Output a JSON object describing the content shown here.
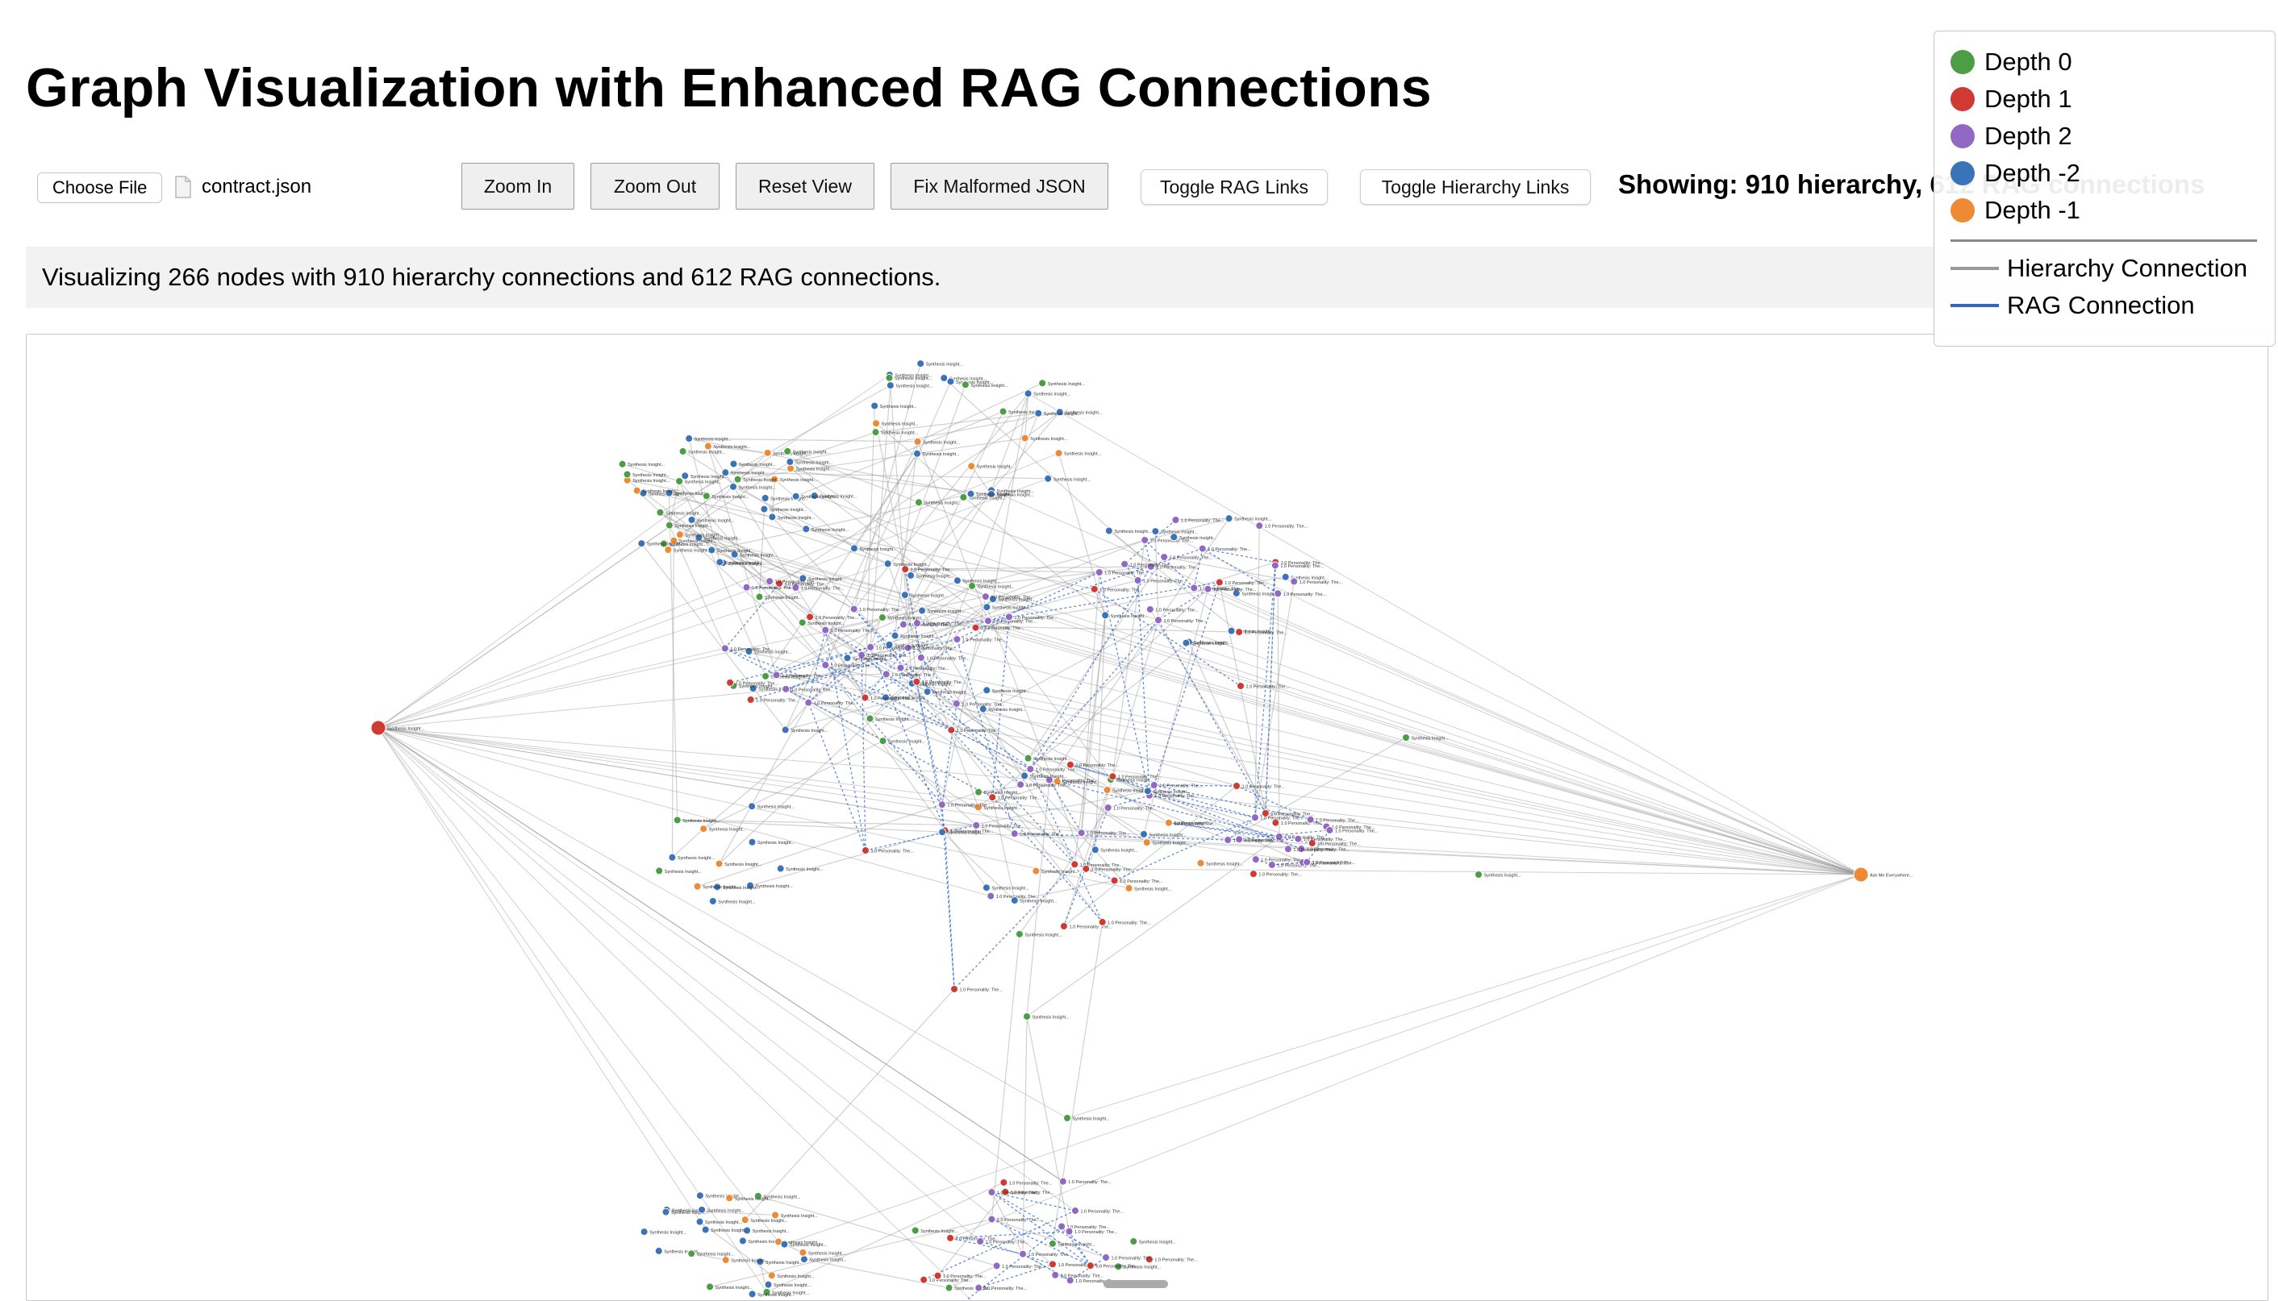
{
  "title": "Graph Visualization with Enhanced RAG Connections",
  "file_input": {
    "button_label": "Choose File",
    "file_name": "contract.json"
  },
  "toolbar": {
    "zoom_in": "Zoom In",
    "zoom_out": "Zoom Out",
    "reset_view": "Reset View",
    "fix_json": "Fix Malformed JSON",
    "toggle_rag": "Toggle RAG Links",
    "toggle_hierarchy": "Toggle Hierarchy Links"
  },
  "status": "Showing: 910 hierarchy, 612 RAG connections",
  "info": "Visualizing 266 nodes with 910 hierarchy connections and 612 RAG connections.",
  "legend": {
    "depths": [
      {
        "label": "Depth 0",
        "color": "#4c9e45"
      },
      {
        "label": "Depth 1",
        "color": "#cf3a33"
      },
      {
        "label": "Depth 2",
        "color": "#9169c2"
      },
      {
        "label": "Depth -2",
        "color": "#3b73b9"
      },
      {
        "label": "Depth -1",
        "color": "#ee8a36"
      }
    ],
    "links": [
      {
        "label": "Hierarchy Connection",
        "color": "#999999"
      },
      {
        "label": "RAG Connection",
        "color": "#2c66c9"
      }
    ]
  },
  "graph": {
    "node_labels": {
      "synthesis": "Synthesis Insight...",
      "personality": "1.0 Personality: The...",
      "hub_left": "Synthesis Insight...",
      "hub_right": "Ask Me Everywhere..."
    }
  }
}
